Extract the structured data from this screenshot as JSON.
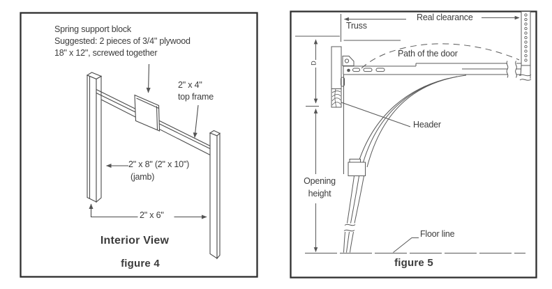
{
  "page": {
    "background": "#ffffff",
    "line_color": "#545454",
    "text_color": "#3c3c3c"
  },
  "figure4": {
    "caption": "figure 4",
    "title": "Interior View",
    "note": {
      "line1": "Spring support block",
      "line2": "Suggested: 2 pieces of 3/4\" plywood",
      "line3": "18\" x 12\", screwed together"
    },
    "labels": {
      "top_frame_size": "2\" x 4\"",
      "top_frame_name": "top frame",
      "jamb_size": "2\" x 8\" (2\" x 10\")",
      "jamb_name": "(jamb)",
      "sill_size": "2\" x 6\""
    }
  },
  "figure5": {
    "caption": "figure 5",
    "labels": {
      "truss": "Truss",
      "real_clearance": "Real clearance",
      "path_of_door": "Path of the door",
      "header": "Header",
      "dim_d": "D",
      "opening_height_line1": "Opening",
      "opening_height_line2": "height",
      "floor_line": "Floor line"
    }
  }
}
